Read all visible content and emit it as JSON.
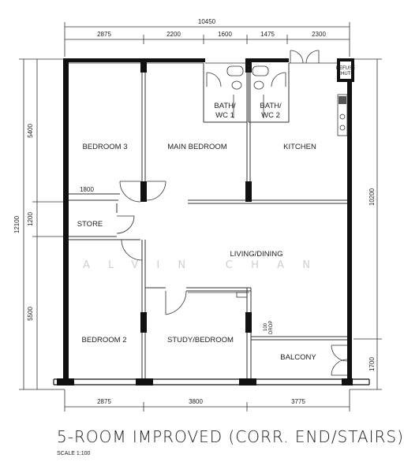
{
  "plan": {
    "title": "5-ROOM IMPROVED (CORR. END/STAIRS)",
    "scale": "SCALE  1:100",
    "watermark": "ALVIN CHAN"
  },
  "rooms": {
    "bedroom3": "BEDROOM 3",
    "main_bedroom": "MAIN BEDROOM",
    "kitchen": "KITCHEN",
    "bath_wc1_line1": "BATH/",
    "bath_wc1_line2": "WC 1",
    "bath_wc2_line1": "BATH/",
    "bath_wc2_line2": "WC 2",
    "refuse_line1": "REFUSE",
    "refuse_line2": "CHUTE",
    "store": "STORE",
    "living_dining": "LIVING/DINING",
    "bedroom2": "BEDROOM 2",
    "study_bedroom": "STUDY/BEDROOM",
    "balcony": "BALCONY",
    "drop_line1": "100",
    "drop_line2": "DROP"
  },
  "dimensions": {
    "overall_width": "10450",
    "top": [
      "2875",
      "2200",
      "1600",
      "1475",
      "2300"
    ],
    "bottom": [
      "2875",
      "3800",
      "3775"
    ],
    "left_total": "12100",
    "left_segments": [
      "5400",
      "1200",
      "5500"
    ],
    "right_top": "10200",
    "right_bottom": "1700",
    "store_width": "1800"
  },
  "colors": {
    "wall": "#111111",
    "line": "#333333",
    "watermark": "#cfcfcf"
  }
}
